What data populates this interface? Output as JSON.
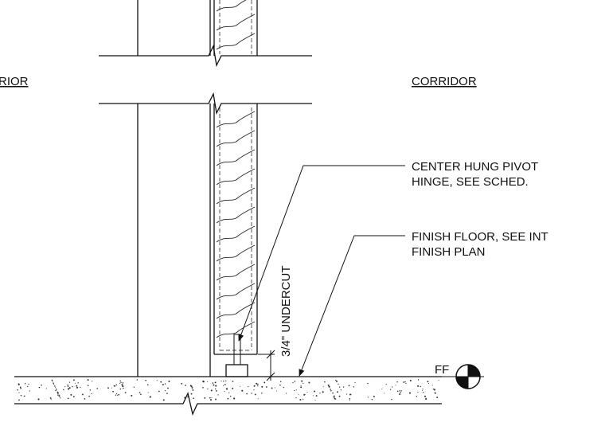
{
  "labels": {
    "left_room": "RIOR",
    "right_room": "CORRIDOR",
    "pivot_note_line1": "CENTER HUNG PIVOT",
    "pivot_note_line2": "HINGE, SEE SCHED.",
    "floor_note_line1": "FINISH FLOOR, SEE INT",
    "floor_note_line2": "FINISH PLAN",
    "undercut": "3/4\" UNDERCUT",
    "ff_marker": "FF"
  }
}
